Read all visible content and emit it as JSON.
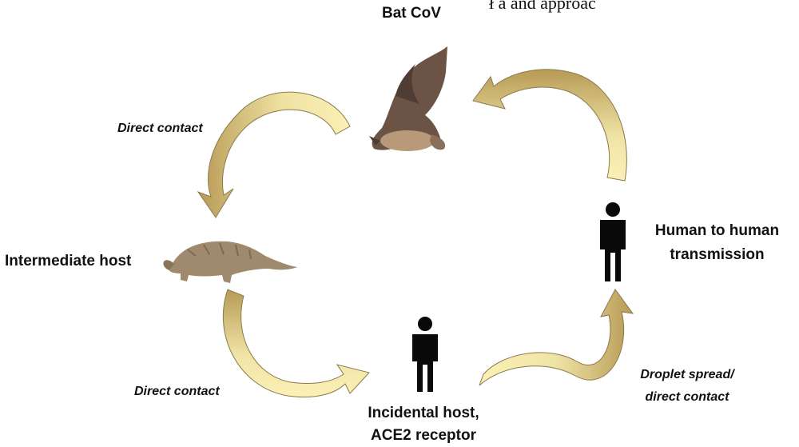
{
  "top_fragment": "ł a and approac",
  "nodes": {
    "bat": {
      "label": "Bat CoV",
      "icon": "bat-icon"
    },
    "intermediate": {
      "label": "Intermediate host",
      "icon": "pangolin-icon"
    },
    "incidental": {
      "label_line1": "Incidental host,",
      "label_line2": "ACE2 receptor",
      "icon": "person-icon"
    },
    "human": {
      "label_line1": "Human to human",
      "label_line2": "transmission",
      "icon": "person-icon"
    }
  },
  "edges": {
    "bat_to_intermediate": {
      "label": "Direct contact"
    },
    "intermediate_to_incidental": {
      "label": "Direct contact"
    },
    "incidental_to_human": {
      "label_line1": "Droplet spread/",
      "label_line2": "direct contact"
    },
    "human_to_bat": {
      "label": ""
    }
  },
  "colors": {
    "arrow_light": "#fbf1b6",
    "arrow_dark": "#b79a55",
    "arrow_outline": "#8a7a4a",
    "bat_body": "#6b5446",
    "pangolin": "#a08a6e",
    "person": "#0a0a0a"
  }
}
